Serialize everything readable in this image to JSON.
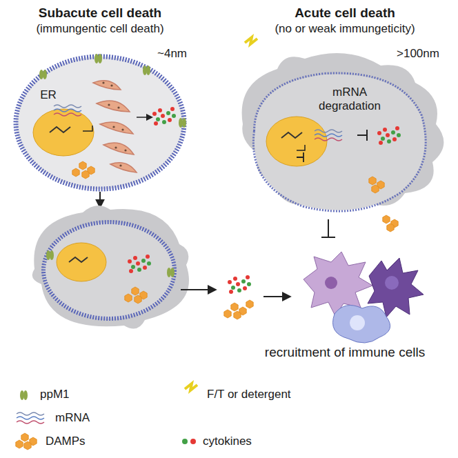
{
  "diagram": {
    "nodes": [
      {
        "text": [
          "ER"
        ]
      },
      {
        "text": [
          "mRNA degradation"
        ]
      }
    ],
    "labels": [
      "Subacute cell death",
      "(immungentic cell death)",
      "Acute cell death",
      "(no or weak immungeticity)",
      "~4nm",
      ">100nm",
      "recruitment of immune cells"
    ],
    "legend": [
      {
        "text": "ppM1"
      },
      {
        "text": "F/T or detergent"
      },
      {
        "text": "mRNA"
      },
      {
        "text": "DAMPs"
      },
      {
        "text": "cytokines"
      }
    ]
  }
}
